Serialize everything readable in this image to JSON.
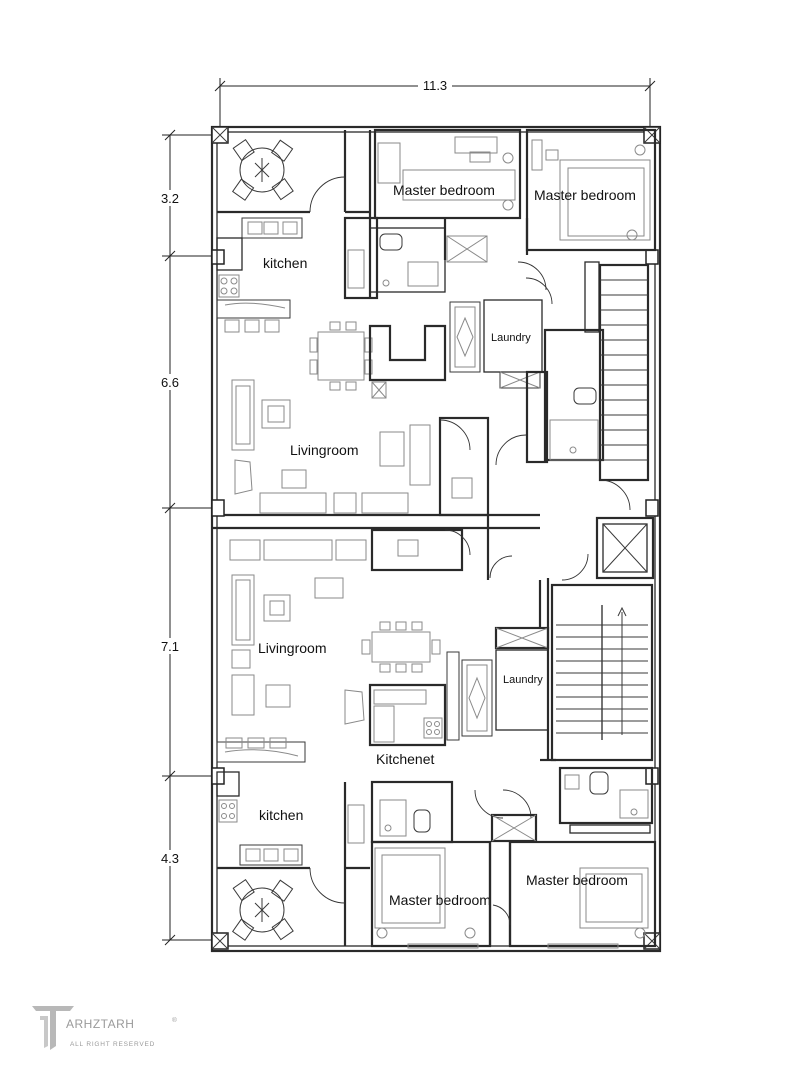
{
  "dimensions": {
    "width_total": "11.3",
    "segments": [
      "3.2",
      "6.6",
      "7.1",
      "4.3"
    ]
  },
  "rooms": {
    "master_bedroom_top_left": "Master bedroom",
    "master_bedroom_top_right": "Master bedroom",
    "kitchen_top": "kitchen",
    "laundry_top": "Laundry",
    "livingroom_top": "Livingroom",
    "livingroom_bottom": "Livingroom",
    "laundry_bottom": "Laundry",
    "kitchenet": "Kitchenet",
    "kitchen_bottom": "kitchen",
    "master_bedroom_bottom_left": "Master bedroom",
    "master_bedroom_bottom_right": "Master bedroom"
  },
  "logo": {
    "name": "ARHZTARH",
    "tagline": "ALL RIGHT RESERVED",
    "mark": "®"
  }
}
